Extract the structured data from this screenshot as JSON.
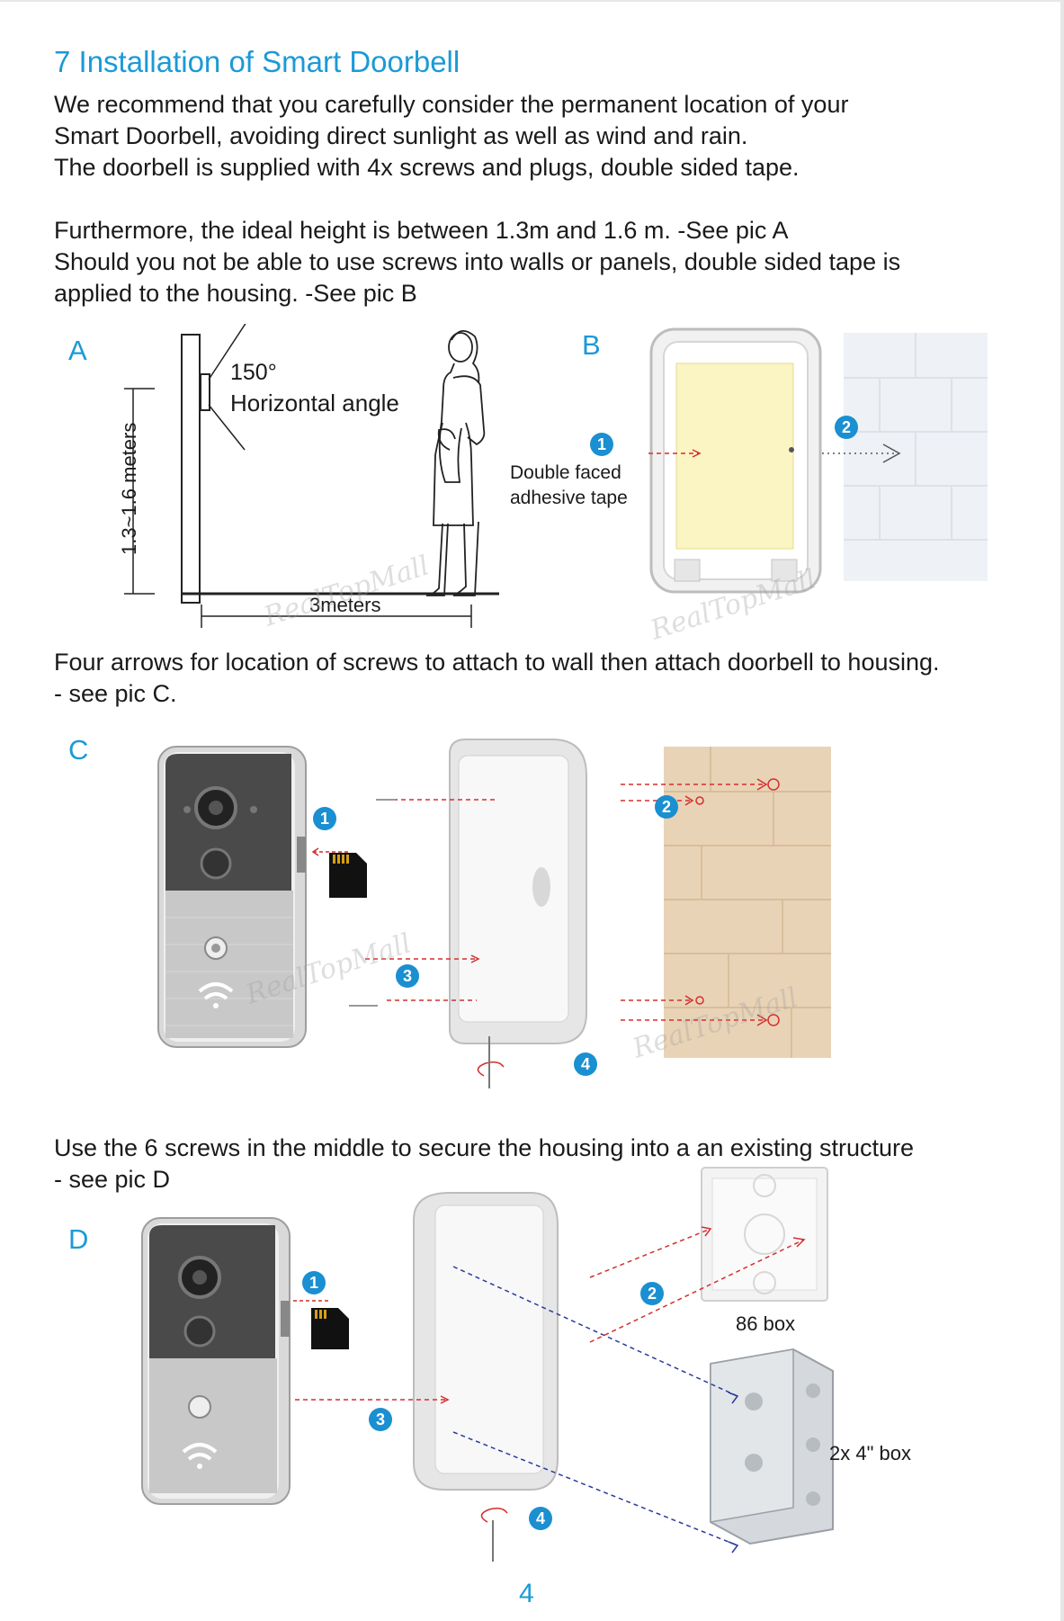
{
  "heading": "7  Installation of Smart Doorbell",
  "intro": {
    "lines": [
      "We recommend that you carefully consider the permanent location of your",
      "Smart Doorbell, avoiding direct sunlight as well as wind and rain.",
      "The doorbell is supplied with 4x screws and plugs, double sided tape."
    ]
  },
  "height_text": {
    "lines": [
      "Furthermore, the ideal height is between 1.3m and 1.6 m. -See pic A",
      "Should you not be able to use screws into walls or panels, double sided tape is",
      "applied to the housing. -See pic B"
    ]
  },
  "pic_a": {
    "letter": "A",
    "angle": "150°",
    "angle_label": "Horizontal angle",
    "height_label": "1.3~1.6 meters",
    "distance_label": "3meters"
  },
  "pic_b": {
    "letter": "B",
    "tape_line1": "Double faced",
    "tape_line2": "adhesive tape",
    "step1": "1",
    "step2": "2"
  },
  "screws_text": {
    "lines": [
      "Four arrows for location of screws to attach to wall then attach doorbell to housing.",
      "- see pic C."
    ]
  },
  "pic_c": {
    "letter": "C",
    "step1": "1",
    "step2": "2",
    "step3": "3",
    "step4": "4"
  },
  "structure_text": {
    "lines": [
      "Use the 6 screws in the middle to secure the housing into a an existing structure",
      "- see pic D"
    ]
  },
  "pic_d": {
    "letter": "D",
    "step1": "1",
    "step2": "2",
    "step3": "3",
    "step4": "4",
    "box86_label": "86 box",
    "box4_label": "2x 4\" box"
  },
  "watermark_text": "RealTopMall",
  "page_number": "4",
  "colors": {
    "accent": "#1b9ad6",
    "badge": "#1a8fd1",
    "arrow_red": "#d32f2f",
    "arrow_blue": "#2a3a9c",
    "tape_yellow": "#fbf5c4"
  }
}
